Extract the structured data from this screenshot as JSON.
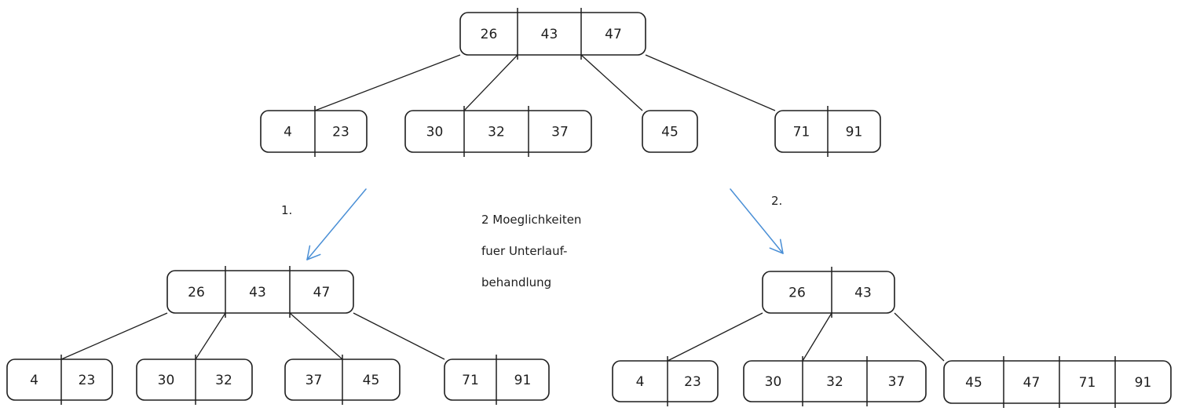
{
  "annotation": {
    "lines": [
      "2 Moeglichkeiten",
      "fuer Unterlauf-",
      "behandlung"
    ]
  },
  "option_labels": {
    "first": "1.",
    "second": "2."
  },
  "colors": {
    "arrow": "#4a8fd6",
    "ink": "#1e1e1e"
  },
  "trees": {
    "original": {
      "root": [
        "26",
        "43",
        "47"
      ],
      "children": [
        [
          "4",
          "23"
        ],
        [
          "30",
          "32",
          "37"
        ],
        [
          "45"
        ],
        [
          "71",
          "91"
        ]
      ]
    },
    "option_1": {
      "root": [
        "26",
        "43",
        "47"
      ],
      "children": [
        [
          "4",
          "23"
        ],
        [
          "30",
          "32"
        ],
        [
          "37",
          "45"
        ],
        [
          "71",
          "91"
        ]
      ]
    },
    "option_2": {
      "root": [
        "26",
        "43"
      ],
      "children": [
        [
          "4",
          "23"
        ],
        [
          "30",
          "32",
          "37"
        ],
        [
          "45",
          "47",
          "71",
          "91"
        ]
      ]
    }
  }
}
